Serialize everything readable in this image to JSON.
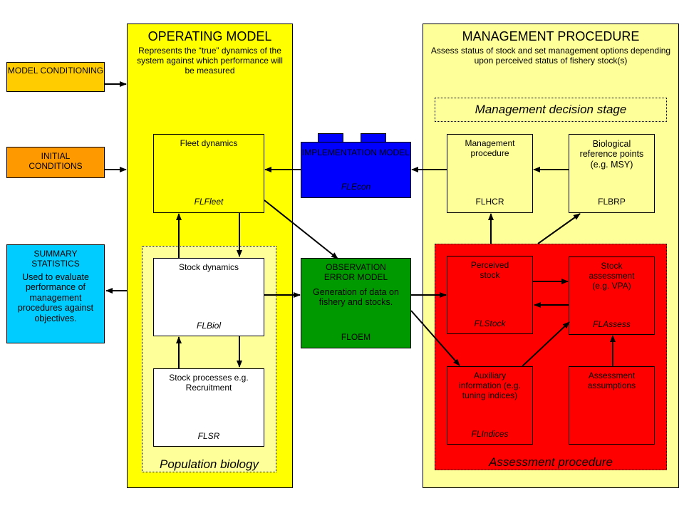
{
  "colors": {
    "operating_bg": "#ffff00",
    "management_bg": "#ffff99",
    "assessment_bg": "#ff0000",
    "implementation_bg": "#0000ff",
    "observation_bg": "#009900",
    "model_conditioning_bg": "#ffcc00",
    "initial_conditions_bg": "#ff9900",
    "summary_stats_bg": "#00ccff"
  },
  "left": {
    "model_conditioning": "MODEL CONDITIONING",
    "initial_conditions": "INITIAL CONDITIONS",
    "summary_title": "SUMMARY STATISTICS",
    "summary_body": "Used to evaluate performance of management procedures against objectives."
  },
  "operating": {
    "title": "OPERATING MODEL",
    "subtitle": "Represents the “true” dynamics of the system against which performance will be measured",
    "fleet_label": "Fleet dynamics",
    "fleet_class": "FLFleet",
    "stock_label": "Stock dynamics",
    "stock_class": "FLBiol",
    "processes_label": "Stock processes e.g. Recruitment",
    "processes_class": "FLSR",
    "population_biology": "Population biology"
  },
  "implementation": {
    "label": "IMPLEMENTATION MODEL",
    "class": "FLEcon"
  },
  "observation": {
    "title": "OBSERVATION ERROR MODEL",
    "body": "Generation of data on fishery and stocks.",
    "class": "FLOEM"
  },
  "management": {
    "title": "MANAGEMENT PROCEDURE",
    "subtitle": "Assess status of stock and set management options depending upon perceived status of fishery stock(s)",
    "decision_stage": "Management decision stage",
    "mp_label": "Management procedure",
    "mp_class": "FLHCR",
    "brp_label": "Biological reference points (e.g. MSY)",
    "brp_class": "FLBRP",
    "perceived_label": "Perceived stock",
    "perceived_class": "FLStock",
    "assess_label": "Stock assessment (e.g. VPA)",
    "assess_class": "FLAssess",
    "aux_label": "Auxiliary information (e.g. tuning indices)",
    "aux_class": "FLIndices",
    "assumptions_label": "Assessment assumptions",
    "assessment_procedure": "Assessment procedure"
  }
}
